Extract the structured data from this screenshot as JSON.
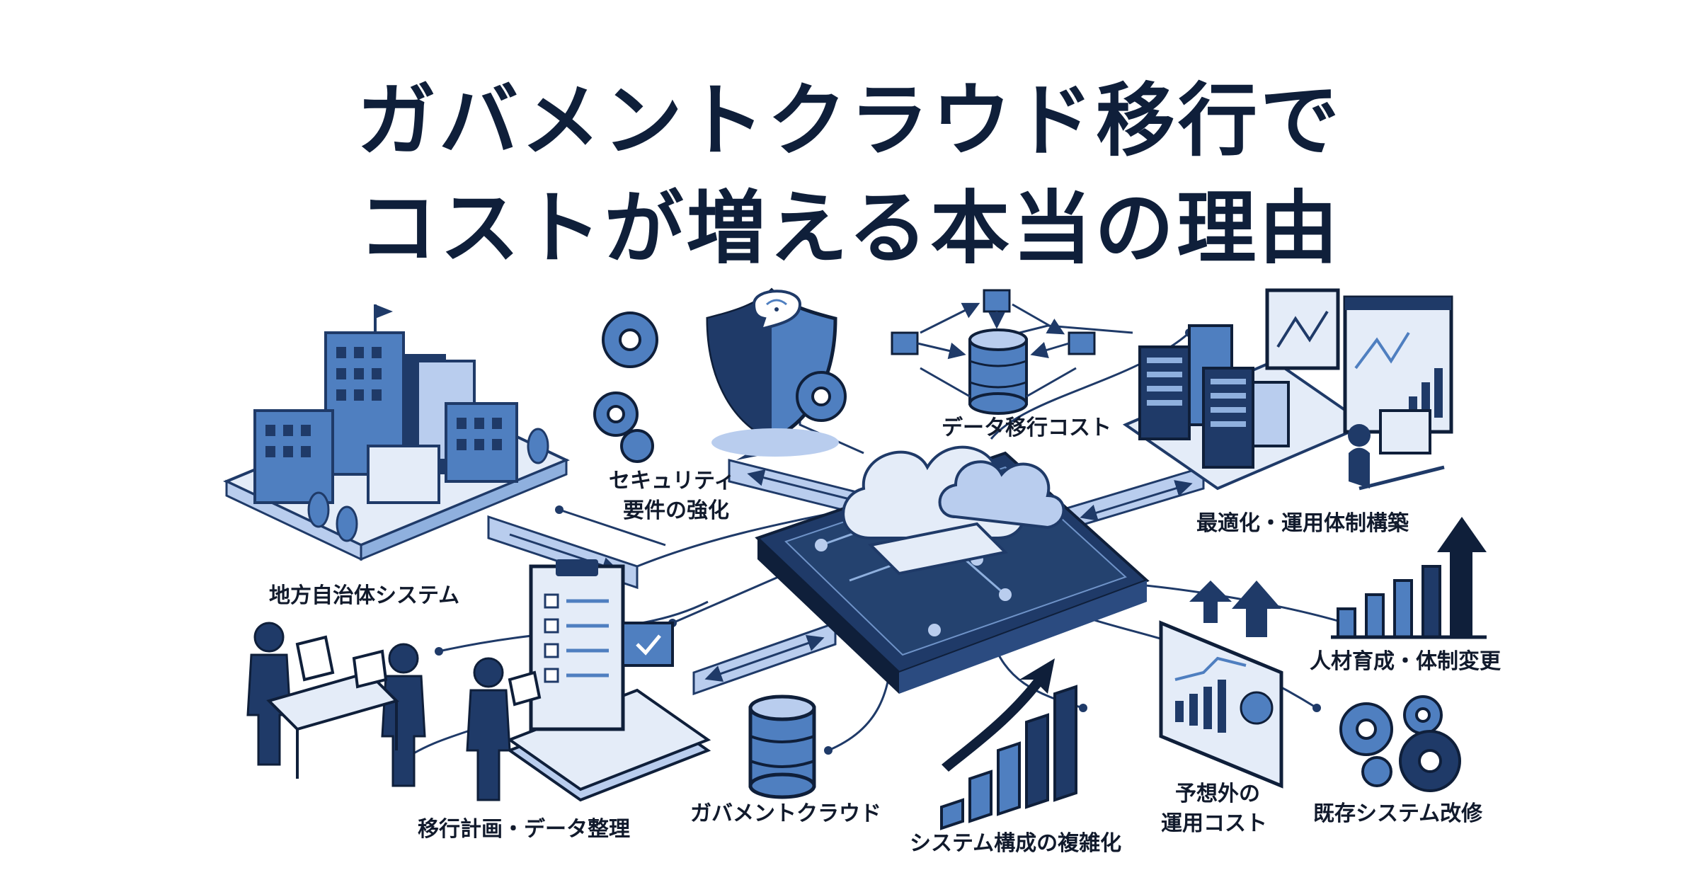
{
  "title": {
    "line1": "ガバメントクラウド移行で",
    "line2": "コストが増える本当の理由"
  },
  "labels": {
    "local_gov": "地方自治体システム",
    "migration_plan": "移行計画・データ整理",
    "gov_cloud": "ガバメントクラウド",
    "security_1": "セキュリティ",
    "security_2": "要件の強化",
    "data_migration": "データ移行コスト",
    "optimization": "最適化・運用体制構築",
    "hr_training": "人材育成・体制変更",
    "unexpected_1": "予想外の",
    "unexpected_2": "運用コスト",
    "complexity": "システム構成の複雑化",
    "legacy_modify": "既存システム改修"
  },
  "colors": {
    "navy": "#1f3a68",
    "dark_navy": "#0f1f3a",
    "mid_blue": "#4f7fc0",
    "light_blue": "#b9cdee",
    "pale_blue": "#e4ecf8"
  },
  "icons": [
    "government-building-icon",
    "shield-icon",
    "gear-icon",
    "database-icon",
    "server-rack-icon",
    "monitor-chart-icon",
    "cloud-icon",
    "clipboard-checklist-icon",
    "person-icon",
    "bar-chart-up-icon"
  ]
}
